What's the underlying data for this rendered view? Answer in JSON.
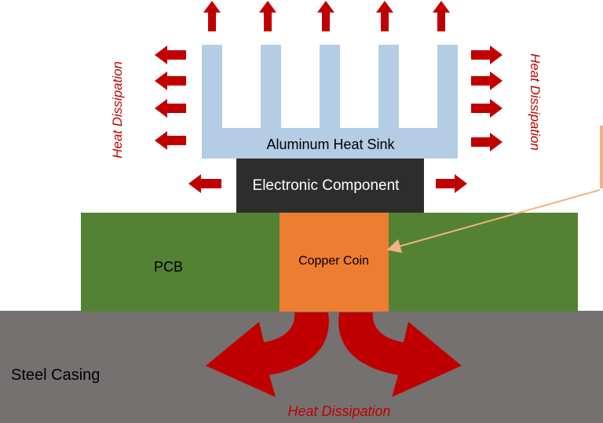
{
  "labels": {
    "heat_sink": "Aluminum Heat Sink",
    "component": "Electronic Component",
    "pcb": "PCB",
    "copper_coin": "Copper Coin",
    "steel_casing": "Steel Casing",
    "heat_left": "Heat Dissipation",
    "heat_right": "Heat Dissipation",
    "heat_bottom": "Heat Dissipation"
  },
  "colors": {
    "heat_sink": "#b4cde4",
    "component": "#2e2d2d",
    "pcb": "#548235",
    "copper_coin": "#ed7d31",
    "steel_casing": "#767171",
    "heat_arrow": "#c00000",
    "callout_line": "#f4b183"
  }
}
